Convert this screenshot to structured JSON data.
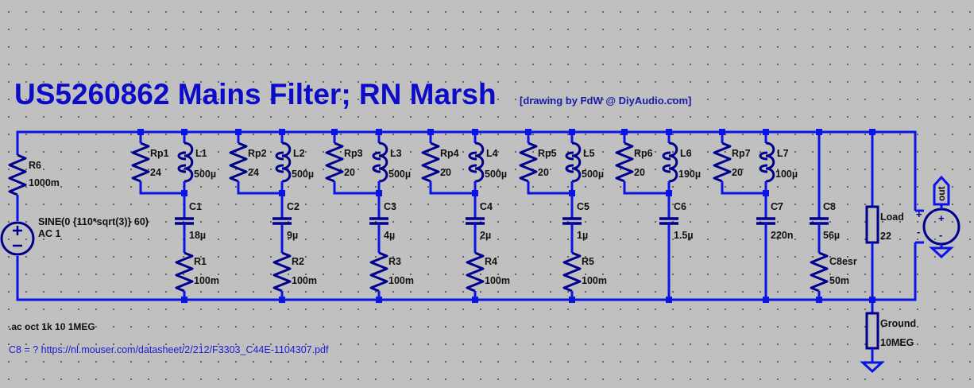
{
  "schematic": {
    "title": "US5260862 Mains Filter; RN Marsh",
    "credit": "[drawing by FdW @ DiyAudio.com]",
    "wire_color": "#0a14e6",
    "component_color": "#00008c",
    "background_color": "#c0c0c0"
  },
  "source": {
    "resistor": {
      "name": "R6",
      "value": "1000m"
    },
    "voltage": {
      "line1": "SINE(0 {110*sqrt(3)} 60)",
      "line2": "AC 1"
    }
  },
  "stages": [
    {
      "rp": "Rp1",
      "rp_val": "24",
      "l": "L1",
      "l_val": "500µ",
      "c": "C1",
      "c_val": "18µ",
      "r": "R1",
      "r_val": "100m"
    },
    {
      "rp": "Rp2",
      "rp_val": "24",
      "l": "L2",
      "l_val": "500µ",
      "c": "C2",
      "c_val": "9µ",
      "r": "R2",
      "r_val": "100m"
    },
    {
      "rp": "Rp3",
      "rp_val": "20",
      "l": "L3",
      "l_val": "500µ",
      "c": "C3",
      "c_val": "4µ",
      "r": "R3",
      "r_val": "100m"
    },
    {
      "rp": "Rp4",
      "rp_val": "20",
      "l": "L4",
      "l_val": "500µ",
      "c": "C4",
      "c_val": "2µ",
      "r": "R4",
      "r_val": "100m"
    },
    {
      "rp": "Rp5",
      "rp_val": "20",
      "l": "L5",
      "l_val": "500µ",
      "c": "C5",
      "c_val": "1µ",
      "r": "R5",
      "r_val": "100m"
    },
    {
      "rp": "Rp6",
      "rp_val": "20",
      "l": "L6",
      "l_val": "190µ",
      "c": "C6",
      "c_val": "1.5µ",
      "r": null,
      "r_val": null
    },
    {
      "rp": "Rp7",
      "rp_val": "20",
      "l": "L7",
      "l_val": "100µ",
      "c": "C7",
      "c_val": "220n",
      "r": null,
      "r_val": null
    }
  ],
  "c8": {
    "name": "C8",
    "value": "56µ",
    "esr_name": "C8esr",
    "esr_value": "50m"
  },
  "load": {
    "name": "Load",
    "value": "22"
  },
  "ground_res": {
    "name": "Ground",
    "value": "10MEG"
  },
  "output_label": "out",
  "directive": ".ac oct 1k 10 1MEG",
  "comment": "C8 = ? https://nl.mouser.com/datasheet/2/212/F3303_C44E-1104307.pdf"
}
